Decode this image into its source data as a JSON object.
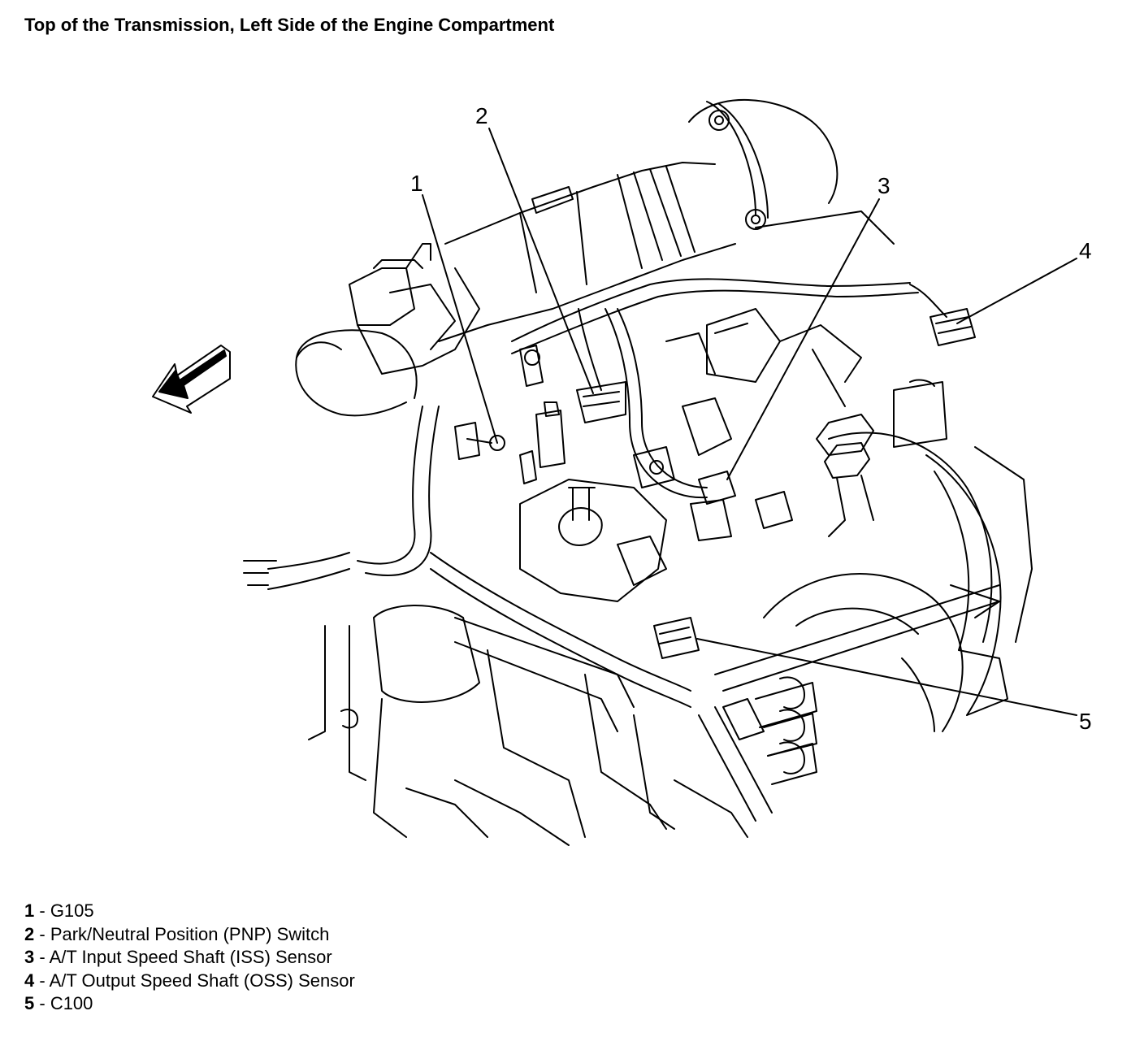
{
  "title": "Top of the Transmission, Left Side of the Engine Compartment",
  "callouts": [
    {
      "number": "1",
      "label": "G105"
    },
    {
      "number": "2",
      "label": "Park/Neutral Position (PNP) Switch"
    },
    {
      "number": "3",
      "label": "A/T Input Speed Shaft (ISS) Sensor"
    },
    {
      "number": "4",
      "label": "A/T Output Speed Shaft (OSS) Sensor"
    },
    {
      "number": "5",
      "label": "C100"
    }
  ],
  "legend_separator": " - ",
  "colors": {
    "ink": "#000000",
    "background": "#ffffff"
  },
  "icons": [
    "forward-direction-arrow-icon"
  ]
}
